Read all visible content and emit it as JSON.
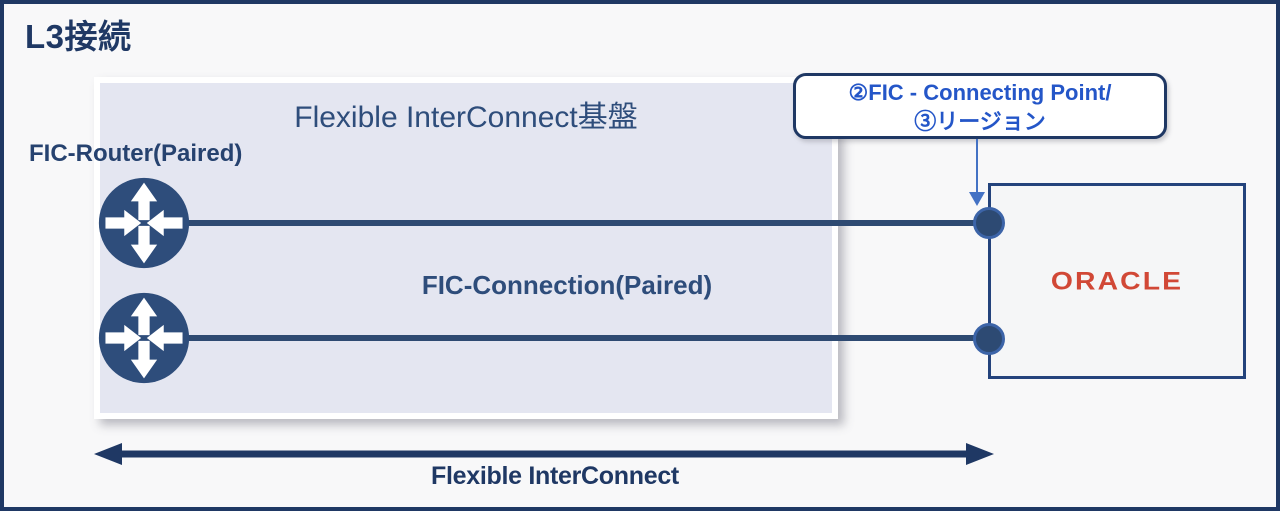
{
  "page": {
    "title": "L3接続"
  },
  "platform": {
    "title": "Flexible InterConnect基盤",
    "router_label": "FIC-Router(Paired)",
    "connection_label": "FIC-Connection(Paired)"
  },
  "callout": {
    "line1": "②FIC - Connecting Point/",
    "line2": "③リージョン"
  },
  "cloud": {
    "logo": "ORACLE"
  },
  "footer": {
    "label": "Flexible InterConnect"
  },
  "icons": {
    "router": "circle-with-four-arrows",
    "connection_point": "filled-circle",
    "callout_pointer": "down-arrow",
    "span": "double-headed-horizontal-arrow"
  },
  "colors": {
    "navy": "#1f3864",
    "label_navy": "#2e4d7b",
    "line_navy": "#2e4a72",
    "platform_fill": "#e4e6f1",
    "callout_text": "#2456c8",
    "pointer_blue": "#4472c4",
    "dot_fill": "#2d4a73",
    "dot_ring": "#3c64a8",
    "oracle_red": "#d14836",
    "background": "#f8f8f9"
  }
}
